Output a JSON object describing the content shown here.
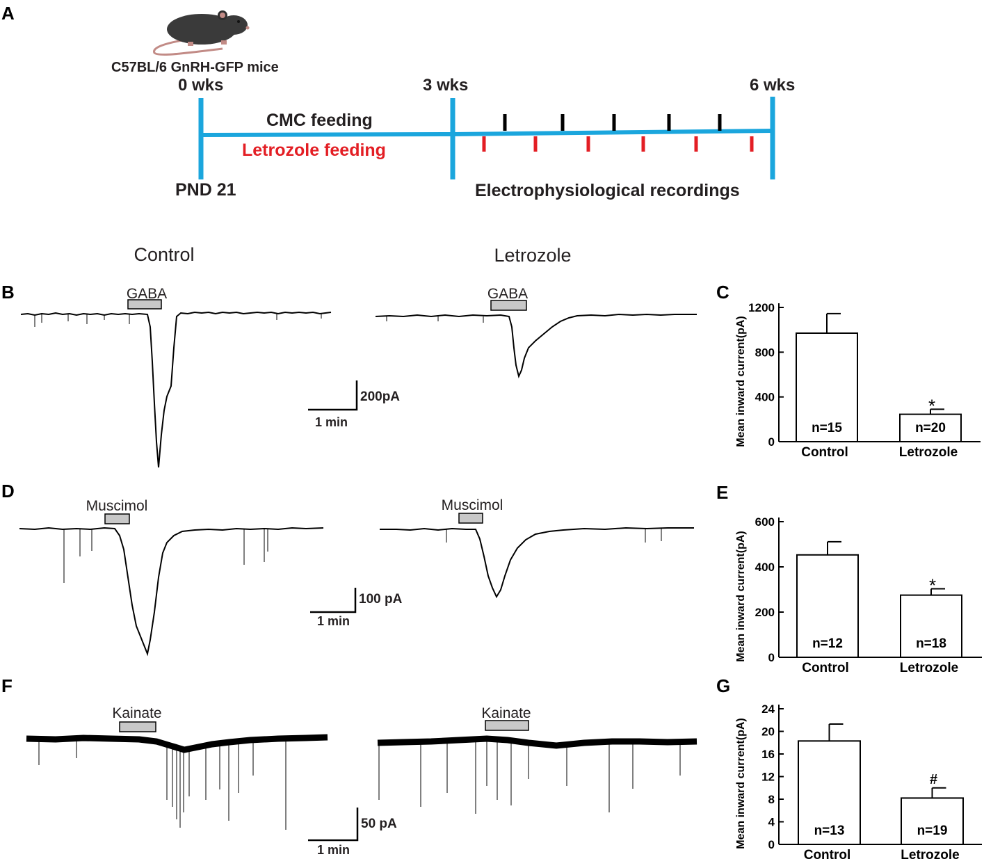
{
  "panels": {
    "a": "A",
    "b": "B",
    "c": "C",
    "d": "D",
    "e": "E",
    "f": "F",
    "g": "G"
  },
  "timeline": {
    "strain": "C57BL/6 GnRH-GFP mice",
    "t0": "0 wks",
    "t3": "3 wks",
    "t6": "6 wks",
    "cmc": "CMC feeding",
    "letrozole": "Letrozole feeding",
    "pnd": "PND 21",
    "recordings": "Electrophysiological recordings",
    "colors": {
      "line": "#1ba6dd",
      "control_tick": "#000000",
      "letrozole_tick": "#e31e24",
      "letrozole_text": "#e31e24"
    }
  },
  "groups": {
    "control": "Control",
    "letrozole": "Letrozole"
  },
  "traces": {
    "gaba": {
      "drug": "GABA",
      "drug_left": "GABA",
      "drug_right": "GABA",
      "scale_y": "200pA",
      "scale_x": "1 min"
    },
    "muscimol": {
      "drug_left": "Muscimol",
      "drug_right": "Muscimol",
      "scale_y": "100 pA",
      "scale_x": "1 min"
    },
    "kainate": {
      "drug_left": "Kainate",
      "drug_right": "Kainate",
      "scale_y": "50 pA",
      "scale_x": "1 min"
    }
  },
  "chart_data": [
    {
      "type": "bar",
      "panel": "C",
      "ylabel": "Mean inward current(pA)",
      "categories": [
        "Control",
        "Letrozole"
      ],
      "values": [
        970,
        245
      ],
      "errors": [
        175,
        45
      ],
      "n_labels": [
        "n=15",
        "n=20"
      ],
      "significance": [
        "",
        "*"
      ],
      "ylim": [
        0,
        1200
      ],
      "yticks": [
        "0",
        "400",
        "800",
        "1200"
      ]
    },
    {
      "type": "bar",
      "panel": "E",
      "ylabel": "Mean inward current(pA)",
      "categories": [
        "Control",
        "Letrozole"
      ],
      "values": [
        453,
        275
      ],
      "errors": [
        58,
        28
      ],
      "n_labels": [
        "n=12",
        "n=18"
      ],
      "significance": [
        "",
        "*"
      ],
      "ylim": [
        0,
        600
      ],
      "yticks": [
        "0",
        "200",
        "400",
        "600"
      ]
    },
    {
      "type": "bar",
      "panel": "G",
      "ylabel": "Mean inward current(pA)",
      "categories": [
        "Control",
        "Letrozole"
      ],
      "values": [
        18.3,
        8.2
      ],
      "errors": [
        3.0,
        1.8
      ],
      "n_labels": [
        "n=13",
        "n=19"
      ],
      "significance": [
        "",
        "#"
      ],
      "ylim": [
        0,
        24
      ],
      "yticks": [
        "0",
        "4",
        "8",
        "12",
        "16",
        "20",
        "24"
      ]
    }
  ]
}
